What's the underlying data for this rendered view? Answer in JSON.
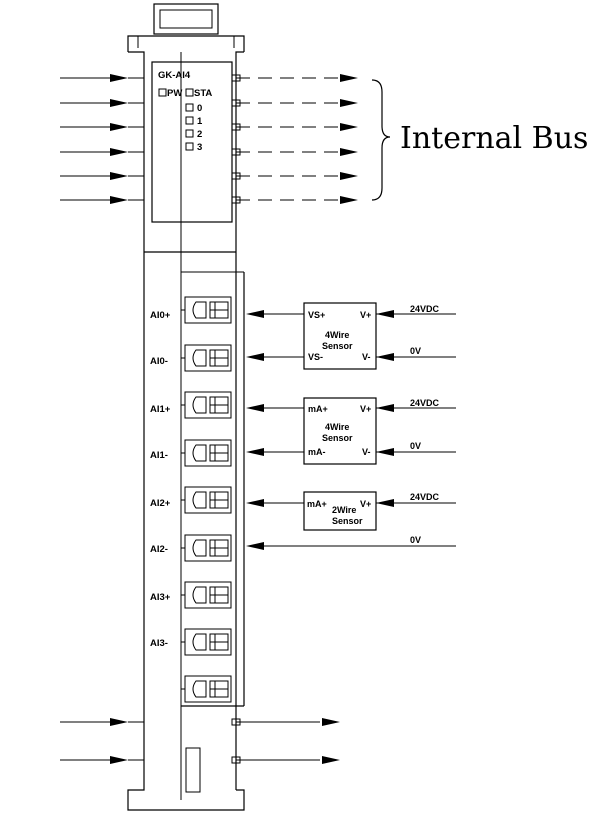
{
  "module": {
    "name": "GK-AI4",
    "leds": {
      "pw": "PW",
      "sta": "STA",
      "channels": [
        "0",
        "1",
        "2",
        "3"
      ]
    }
  },
  "bus_label": "Internal Bus",
  "terminals": [
    "AI0+",
    "AI0-",
    "AI1+",
    "AI1-",
    "AI2+",
    "AI2-",
    "AI3+",
    "AI3-"
  ],
  "sensors": [
    {
      "type": "4Wire",
      "line1": "4Wire",
      "line2": "Sensor",
      "in_top": "VS+",
      "in_bottom": "VS-",
      "out_top": "V+",
      "out_bottom": "V-",
      "supply_top": "24VDC",
      "supply_bottom": "0V"
    },
    {
      "type": "4Wire",
      "line1": "4Wire",
      "line2": "Sensor",
      "in_top": "mA+",
      "in_bottom": "mA-",
      "out_top": "V+",
      "out_bottom": "V-",
      "supply_top": "24VDC",
      "supply_bottom": "0V"
    },
    {
      "type": "2Wire",
      "line1": "2Wire",
      "line2": "Sensor",
      "in_top": "mA+",
      "out_top": "V+",
      "supply_top": "24VDC",
      "supply_bottom": "0V"
    }
  ]
}
